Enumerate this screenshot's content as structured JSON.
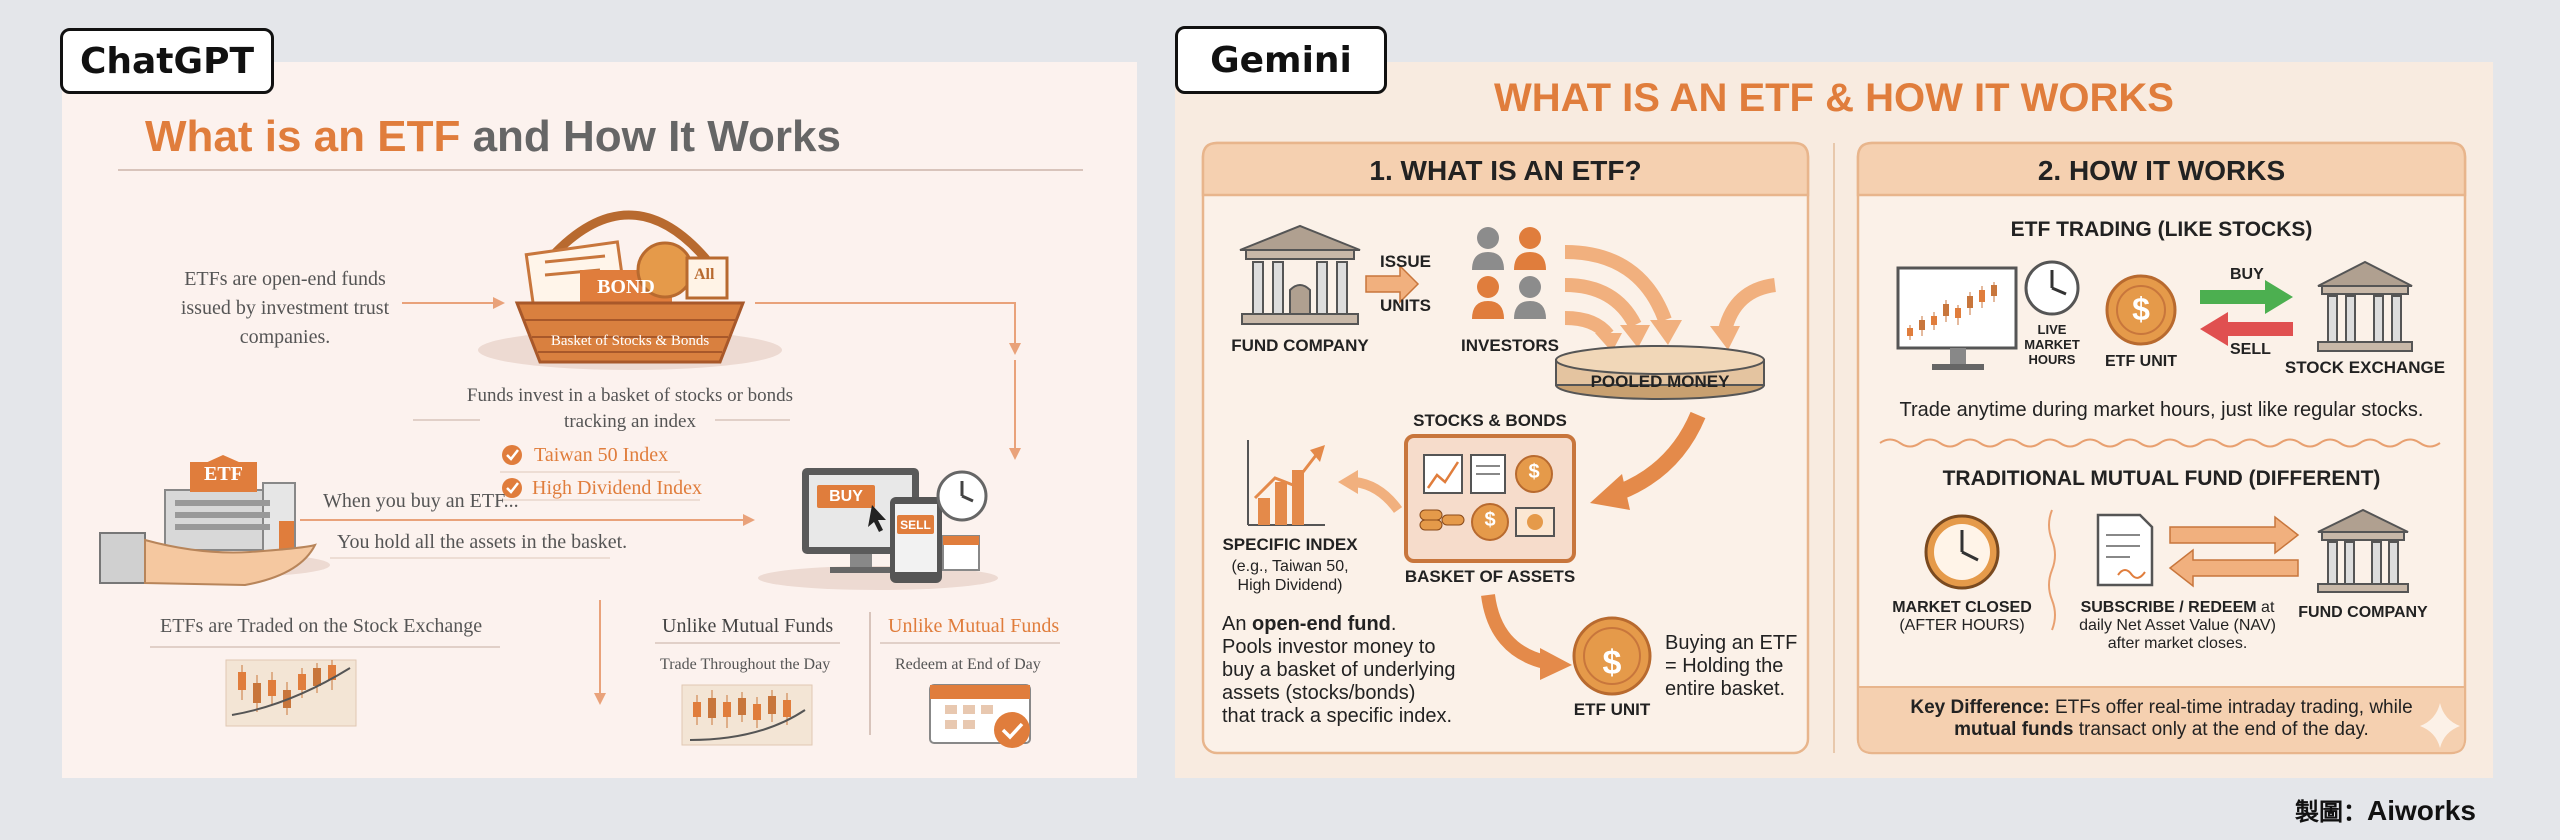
{
  "left_panel": {
    "tag": "ChatGPT",
    "title_accent": "What is an ETF",
    "title_rest": " and How It Works",
    "intro_line1": "ETFs are open-end funds",
    "intro_line2": "issued by investment trust",
    "intro_line3": "companies.",
    "basket_caption": "Basket of Stocks & Bonds",
    "basket_bond": "BOND",
    "basket_all": "All",
    "invest_line1": "Funds invest in a basket of stocks or bonds",
    "invest_line2": "tracking an index",
    "index_1": "Taiwan 50 Index",
    "index_2": "High Dividend Index",
    "etf_building_label": "ETF",
    "buy_line1": "When you buy an ETF...",
    "buy_line2": "You hold all the assets in the basket.",
    "device_buy": "BUY",
    "device_sell": "SELL",
    "traded_label": "ETFs are Traded on the Stock Exchange",
    "unlike_1": "Unlike Mutual Funds",
    "unlike_1_sub": "Trade Throughout the Day",
    "unlike_2": "Unlike Mutual Funds",
    "unlike_2_sub": "Redeem at End of Day"
  },
  "right_panel": {
    "tag": "Gemini",
    "title": "WHAT IS AN ETF & HOW IT WORKS",
    "section1": {
      "header": "1. WHAT IS AN ETF?",
      "fund_company": "FUND COMPANY",
      "issue": "ISSUE",
      "units": "UNITS",
      "investors": "INVESTORS",
      "pooled_money": "POOLED MONEY",
      "stocks_bonds": "STOCKS & BONDS",
      "basket_of_assets": "BASKET OF ASSETS",
      "specific_index": "SPECIFIC INDEX",
      "specific_index_sub1": "(e.g., Taiwan 50,",
      "specific_index_sub2": "High Dividend)",
      "desc_prefix": "An ",
      "desc_bold": "open-end fund",
      "desc_suffix": ".",
      "desc_line2": "Pools investor money to",
      "desc_line3": "buy a basket of underlying",
      "desc_line4": "assets (stocks/bonds)",
      "desc_line5": "that track a specific index.",
      "etf_unit": "ETF UNIT",
      "buying_line1": "Buying an ETF",
      "buying_line2": "= Holding the",
      "buying_line3": "entire basket."
    },
    "section2": {
      "header": "2. HOW IT WORKS",
      "trading_title": "ETF TRADING (LIKE STOCKS)",
      "live_1": "LIVE",
      "live_2": "MARKET",
      "live_3": "HOURS",
      "etf_unit": "ETF UNIT",
      "buy": "BUY",
      "sell": "SELL",
      "stock_exchange": "STOCK EXCHANGE",
      "trade_anytime": "Trade anytime during market hours, just like regular stocks.",
      "mutual_title": "TRADITIONAL MUTUAL FUND (DIFFERENT)",
      "market_closed_1": "MARKET CLOSED",
      "market_closed_2": "(AFTER HOURS)",
      "subscribe_1": "SUBSCRIBE / REDEEM",
      "subscribe_1b": " at",
      "subscribe_2": "daily Net Asset Value (NAV)",
      "subscribe_3": "after market closes.",
      "fund_company": "FUND COMPANY",
      "key_bold": "Key Difference:",
      "key_rest": " ETFs offer real-time intraday trading, while",
      "key_bold2": "mutual funds",
      "key_rest2": " transact only at the end of the day."
    }
  },
  "credit": {
    "prefix": "製圖：",
    "brand": "Aiworks"
  },
  "colors": {
    "accent": "#e07d3c",
    "peach": "#f5d0b0",
    "dark": "#333333",
    "green": "#4caf50",
    "red": "#e05050"
  }
}
